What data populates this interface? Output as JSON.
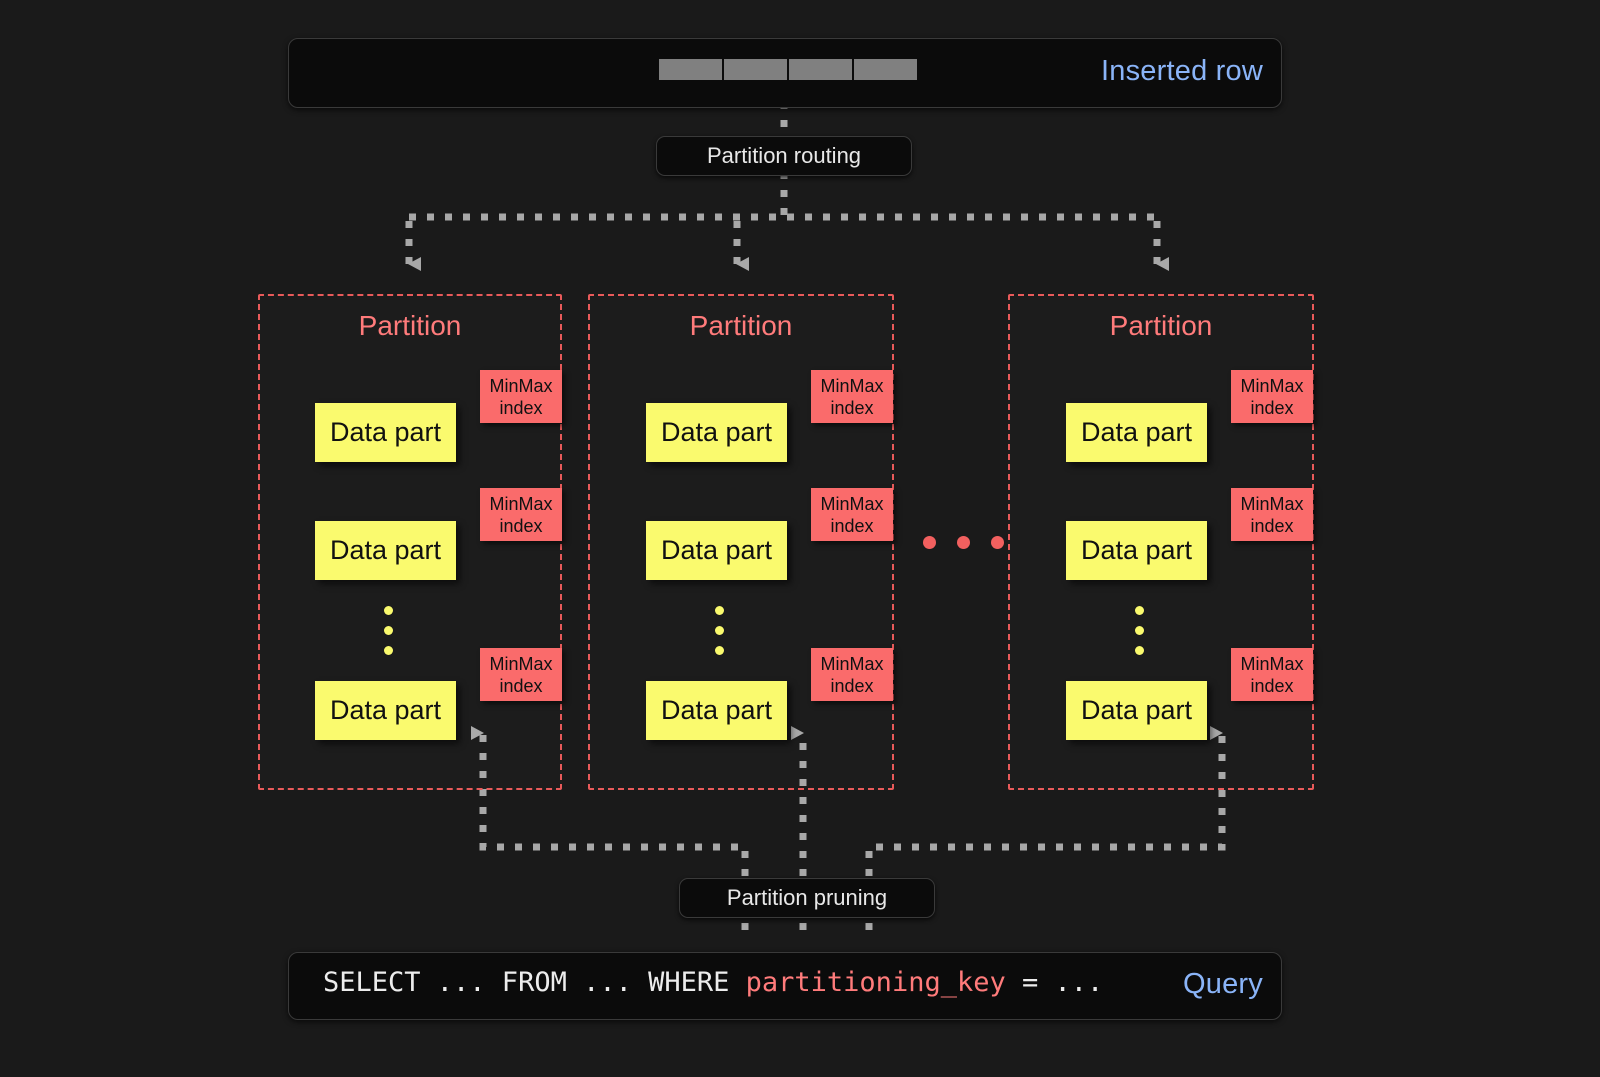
{
  "diagram": {
    "title": "ClickHouse partitioning: insert routing and query pruning",
    "background": "#1a1a1a",
    "accent_blue": "#8ab4f8",
    "accent_red": "#ff7b7b",
    "minmax_fill": "#fa6b6b",
    "datapart_fill": "#fafa6e",
    "arrow_gray": "#a8a8a8"
  },
  "top_bar": {
    "label": "Inserted row",
    "cells": [
      "",
      "",
      "",
      ""
    ]
  },
  "routing": {
    "label": "Partition routing"
  },
  "partitions": [
    {
      "title": "Partition",
      "parts": [
        {
          "datapart_label": "Data part",
          "index_line1": "MinMax",
          "index_line2": "index"
        },
        {
          "datapart_label": "Data part",
          "index_line1": "MinMax",
          "index_line2": "index"
        },
        {
          "datapart_label": "Data part",
          "index_line1": "MinMax",
          "index_line2": "index"
        }
      ],
      "ellipsis": "⋮"
    },
    {
      "title": "Partition",
      "parts": [
        {
          "datapart_label": "Data part",
          "index_line1": "MinMax",
          "index_line2": "index"
        },
        {
          "datapart_label": "Data part",
          "index_line1": "MinMax",
          "index_line2": "index"
        },
        {
          "datapart_label": "Data part",
          "index_line1": "MinMax",
          "index_line2": "index"
        }
      ],
      "ellipsis": "⋮"
    },
    {
      "title": "Partition",
      "parts": [
        {
          "datapart_label": "Data part",
          "index_line1": "MinMax",
          "index_line2": "index"
        },
        {
          "datapart_label": "Data part",
          "index_line1": "MinMax",
          "index_line2": "index"
        },
        {
          "datapart_label": "Data part",
          "index_line1": "MinMax",
          "index_line2": "index"
        }
      ],
      "ellipsis": "⋮"
    }
  ],
  "between_partitions_ellipsis": "…",
  "pruning": {
    "label": "Partition pruning"
  },
  "bottom_bar": {
    "label": "Query",
    "query_prefix": "SELECT ... FROM ... WHERE ",
    "query_key": "partitioning_key",
    "query_suffix": " = ..."
  }
}
